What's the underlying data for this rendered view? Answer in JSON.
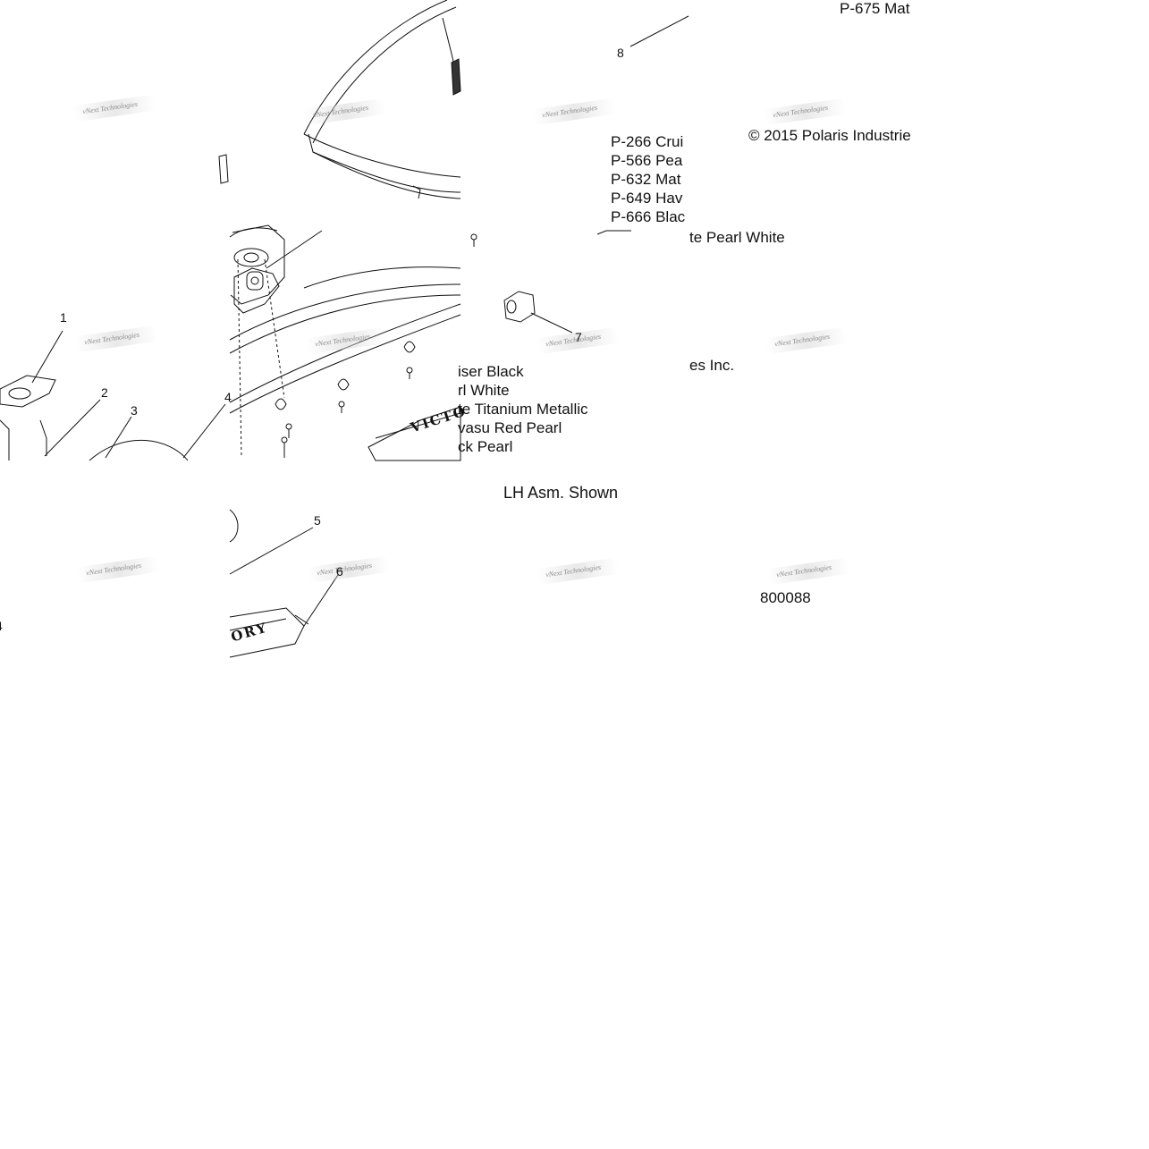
{
  "callouts": {
    "c1": "1",
    "c2": "2",
    "c3": "3",
    "c4": "4",
    "c4b": "4",
    "c5": "5",
    "c6": "6",
    "c7": "7",
    "c8": "8"
  },
  "paint_codes": {
    "p675_full": "P-675  Mat",
    "p266": "P-266  Crui",
    "p566": "P-566  Pea",
    "p632": "P-632  Mat",
    "p649": "P-649  Hav",
    "p666": "P-666  Blac",
    "frag_pearl_white_a": "te Pearl White",
    "frag_cruiser_black": "iser Black",
    "frag_pearl_white_b": "rl White",
    "frag_titanium": "te Titanium Metallic",
    "frag_red_pearl": "vasu Red Pearl",
    "frag_black_pearl": "ck Pearl"
  },
  "copyright": {
    "line_a": "© 2015 Polaris Industrie",
    "line_b": "es Inc."
  },
  "caption": "LH Asm. Shown",
  "diagram_number": "800088",
  "watermark": "vNext Technologies",
  "logo_text_a": "VICTO",
  "logo_text_b": "ORY"
}
